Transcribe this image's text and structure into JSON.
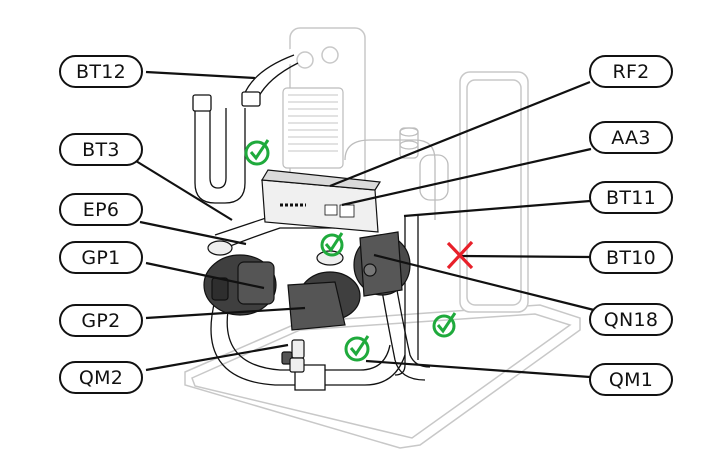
{
  "diagram": {
    "type": "component-location-diagram",
    "subject": "heat pump internal components",
    "labels_left": [
      {
        "id": "BT12",
        "text": "BT12"
      },
      {
        "id": "BT3",
        "text": "BT3"
      },
      {
        "id": "EP6",
        "text": "EP6"
      },
      {
        "id": "GP1",
        "text": "GP1"
      },
      {
        "id": "GP2",
        "text": "GP2"
      },
      {
        "id": "QM2",
        "text": "QM2"
      }
    ],
    "labels_right": [
      {
        "id": "RF2",
        "text": "RF2"
      },
      {
        "id": "AA3",
        "text": "AA3"
      },
      {
        "id": "BT11",
        "text": "BT11"
      },
      {
        "id": "BT10",
        "text": "BT10"
      },
      {
        "id": "QN18",
        "text": "QN18"
      },
      {
        "id": "QM1",
        "text": "QM1"
      }
    ],
    "annotations": [
      {
        "type": "check",
        "color": "#1faa3c"
      },
      {
        "type": "check",
        "color": "#1faa3c"
      },
      {
        "type": "check",
        "color": "#1faa3c"
      },
      {
        "type": "check",
        "color": "#1faa3c"
      },
      {
        "type": "cross",
        "color": "#e8202a"
      }
    ],
    "colors": {
      "outline": "#111111",
      "ghost": "#c8c8c8",
      "pump_dark": "#4a4a4a",
      "check": "#1faa3c",
      "cross": "#e8202a"
    }
  }
}
